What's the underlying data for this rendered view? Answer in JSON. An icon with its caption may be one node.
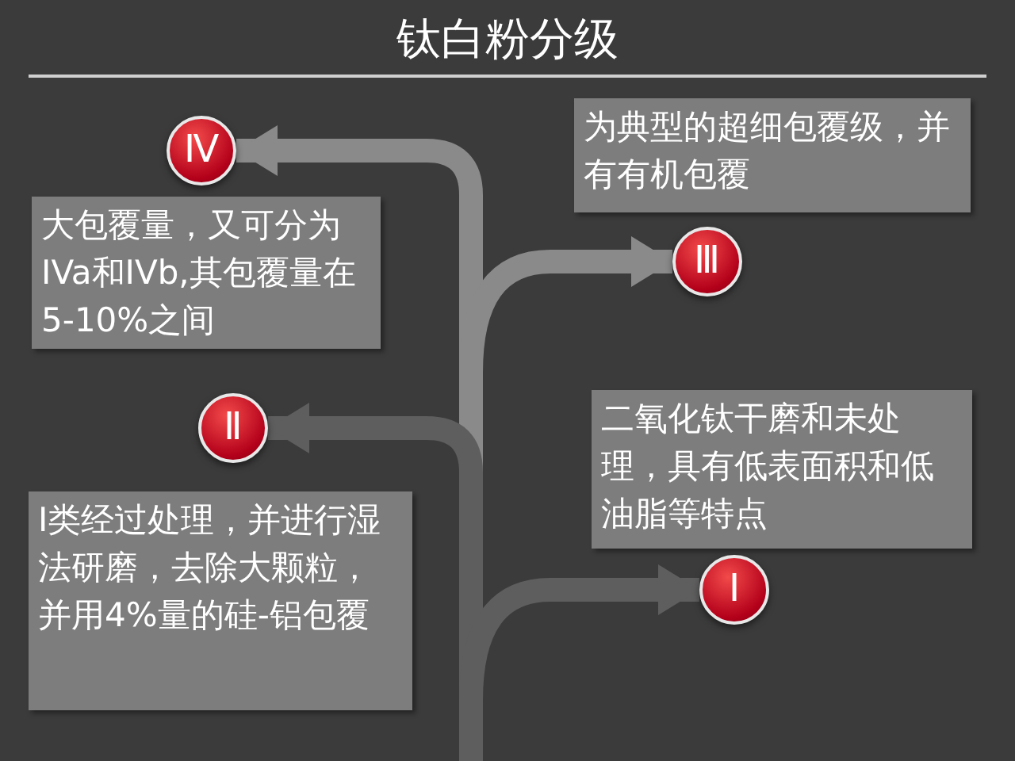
{
  "diagram": {
    "title": "钛白粉分级",
    "nodes": [
      {
        "text": [
          "Ⅳ"
        ]
      },
      {
        "text": [
          "为典型的超细包覆级，并有有机包覆"
        ]
      },
      {
        "text": [
          "大包覆量，又可分为IVa和IVb,其包覆量在5-10%之间"
        ]
      },
      {
        "text": [
          "Ⅲ"
        ]
      },
      {
        "text": [
          "Ⅱ"
        ]
      },
      {
        "text": [
          "二氧化钛干磨和未处理，具有低表面积和低油脂等特点"
        ]
      },
      {
        "text": [
          "Ⅰ类经过处理，并进行湿法研磨，去除大颗粒，并用4%量的硅-铝包覆"
        ]
      },
      {
        "text": [
          "Ⅰ"
        ]
      }
    ],
    "edges": [
      {
        "from": null,
        "to": 0,
        "arrow": "to"
      },
      {
        "from": null,
        "to": 3,
        "arrow": "to"
      },
      {
        "from": null,
        "to": 4,
        "arrow": "to",
        "color": "#5e5e5e"
      },
      {
        "from": null,
        "to": 7,
        "arrow": "to",
        "color": "#5e5e5e"
      }
    ]
  }
}
